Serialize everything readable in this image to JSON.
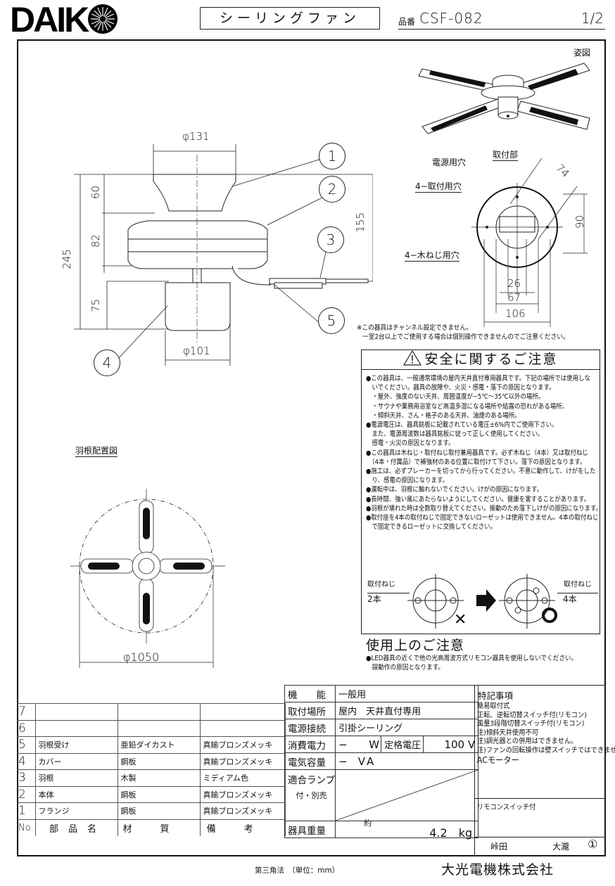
{
  "header": {
    "logo": "DAIK",
    "product_type": "シーリングファン",
    "hinban_label": "品番",
    "model": "CSF-082",
    "page": "1/2"
  },
  "drawing": {
    "perspective_label": "姿図",
    "side_view": {
      "dims": {
        "canopy_dia": "φ131",
        "total_height": "245",
        "canopy_h": "60",
        "body_h": "82",
        "light_h": "75",
        "blade_to_top": "155",
        "light_dia": "φ101"
      },
      "callouts": [
        "1",
        "2",
        "3",
        "4",
        "5"
      ]
    },
    "mount": {
      "title": "取付部",
      "power_hole": "電源用穴",
      "mount_holes": "4−取付用穴",
      "wood_screw_holes": "4−木ねじ用穴",
      "dims": {
        "diag": "74",
        "vert": "90",
        "w26": "26",
        "w67": "67",
        "w106": "106"
      }
    },
    "blade_layout": {
      "title": "羽根配置図",
      "dia": "φ1050"
    },
    "channel_note": [
      "※この器具はチャンネル設定できません。",
      "一室2台以上でご使用する場合は個別操作できませんのでご注意ください。"
    ]
  },
  "safety": {
    "title": "安全に関するご注意",
    "lines": [
      "●この器具は、一般通常環境の屋内天井直付専用器具です。下記の場所では使用しな",
      "　いでください。器具の故障や、火災・感電・落下の原因となります。",
      "　・屋外、強度のない天井、周囲温度が−5℃〜35℃以外の場所。",
      "　・サウナや業務用浴室など高温多湿になる場所や結露の恐れがある場所。",
      "　・傾斜天井、さん・格子のある天井、油煙のある場所。",
      "●電源電圧は、器具銘板に記載されている電圧±6%内でご使用下さい。",
      "　また、電源周波数は器具銘板に従って正しく使用してください。",
      "　感電・火災の原因となります。",
      "●この器具は木ねじ・取付ねじ取付兼用器具です。必ず木ねじ（4本）又は取付ねじ",
      "　（4本・付属品）で補強材のある位置に取付けて下さい。落下の原因となります。",
      "●施工は、必ずブレーカーを切ってから行ってください。不意に動作して、けがをした",
      "　り、感電の原因になります。",
      "●運転中は、羽根に触れないでください。けがの原因になります。",
      "●長時間、強い風にあたらないようにしてください。健康を害することがあります。",
      "●羽根が壊れた時は全数取り替えてください。振動のため落下しけがの原因になります。",
      "●取付座を4本の取付ねじで固定できないローゼットは使用できません。4本の取付ねじ",
      "　で固定できるローゼットに交換してください。"
    ],
    "rosette_left": {
      "label": "取付ねじ",
      "count": "2本",
      "mark": "✕"
    },
    "rosette_right": {
      "label": "取付ねじ",
      "count": "4本",
      "mark": "○"
    }
  },
  "usage": {
    "title": "使用上のご注意",
    "lines": [
      "●LED器具の近くで他の光高周波方式リモコン器具を使用しないでください。",
      "　誤動作の原因となります。"
    ]
  },
  "parts_table": {
    "headers": {
      "no": "No.",
      "name": "部品名",
      "material": "材質",
      "remarks": "備考"
    },
    "rows": [
      {
        "no": "7",
        "name": "",
        "material": "",
        "remarks": ""
      },
      {
        "no": "6",
        "name": "",
        "material": "",
        "remarks": ""
      },
      {
        "no": "5",
        "name": "羽根受け",
        "material": "亜鉛ダイカスト",
        "remarks": "真鍮ブロンズメッキ"
      },
      {
        "no": "4",
        "name": "カバー",
        "material": "鋼板",
        "remarks": "真鍮ブロンズメッキ"
      },
      {
        "no": "3",
        "name": "羽根",
        "material": "木製",
        "remarks": "ミディアム色"
      },
      {
        "no": "2",
        "name": "本体",
        "material": "鋼板",
        "remarks": "真鍮ブロンズメッキ"
      },
      {
        "no": "1",
        "name": "フランジ",
        "material": "鋼板",
        "remarks": "真鍮ブロンズメッキ"
      }
    ]
  },
  "spec_table": {
    "function": {
      "label": "機　　能",
      "value": "一般用"
    },
    "location": {
      "label": "取付場所",
      "value": "屋内　天井直付専用"
    },
    "power_conn": {
      "label": "電源接続",
      "value": "引掛シーリング"
    },
    "power": {
      "label": "消費電力",
      "value": "−",
      "unit": "W",
      "rated_label": "定格電圧",
      "rated_value": "100 V"
    },
    "capacity": {
      "label": "電気容量",
      "value": "−",
      "unit": "VA"
    },
    "lamp": {
      "label": "適合ランプ",
      "sub": "付・別売"
    },
    "weight": {
      "label": "器具重量",
      "approx": "約",
      "value": "4.2",
      "unit": "kg"
    }
  },
  "notes": {
    "title": "特記事項",
    "lines": [
      "簡易取付式",
      "正転、逆転切替スイッチ付(リモコン)",
      "風量3段階切替スイッチ付(リモコン)",
      "注)傾斜天井使用不可",
      "注)調光器との併用はできません。",
      "注)ファンの回転操作は壁スイッチではできません。"
    ],
    "motor": "ACモーター",
    "remote": "リモコンスイッチ付",
    "signature_1": "峠田",
    "signature_2": "大瀧",
    "revision": "①"
  },
  "footer": {
    "projection": "第三角法　（単位：mm）",
    "company": "大光電機株式会社"
  }
}
